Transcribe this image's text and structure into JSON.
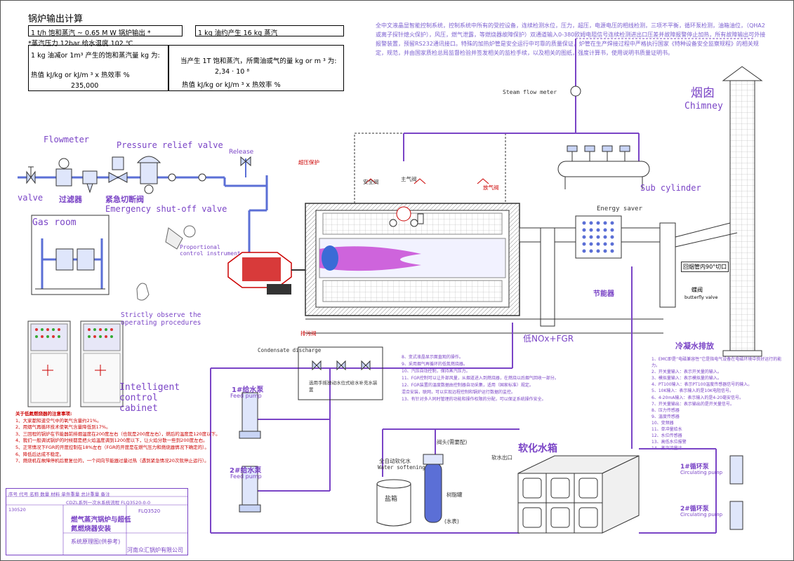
{
  "calc": {
    "title": "锅炉输出计算",
    "row1_left": "1 t/h  饱和蒸汽 ~ 0.65 M W  锅炉输出  *",
    "row1_right": "1 kg  油约产生  16 kg  蒸汽",
    "row2": "*蒸汽压力  12bar  给水温度      102 ℃",
    "left_q": "1 kg  油减or  1m³  产生的饱和蒸汽量  kg 为:",
    "left_formula": "热值 kJ/kg or kJ/m ³  x 热效率 %",
    "left_value": "235,000",
    "right_q": "当产生  1T  饱和蒸汽，所需油或气的量  kg or m ³ 为:",
    "right_value": "2,34 · 10 ⁸",
    "right_formula": "热值 kJ/kg or kJ/m ³  x 热效率 %"
  },
  "top_notes": "全中文液晶显智能控制系统，控制系统中所有的受控设备，连续检测水位，压力，超压，电源电压的相线检测，三项不平衡，循环泵检测，油箱油位，（QHA2或离子探针熄火保护），风压，燃气泄露，等燃烧器故障保护）双通道输入0-380欧姆电阻信号连续检测进出口压差并故障报警停止加热，所有故障输出可外接报警装置，预留RS232通讯接口。特殊的加热炉管是安全运行中可靠的质量保证，炉管在生产焊接过程中严格执行国家《特种设备安全监察规程》的相关规定，规范，并由国家质检总局监督检验并签发相关的监检手续，以及相关的图纸，强度计算书，使用说明书质量证明书。",
  "labels": {
    "flowmeter": "Flowmeter",
    "pressure_relief": "Pressure relief valve",
    "release": "Release",
    "valve": "valve",
    "filter_cn": "过滤器",
    "emergency_cn": "紧急切断阀",
    "emergency_en": "Emergency shut-off valve",
    "gas_room": "Gas room",
    "proportional": "Proportional control instrument",
    "observe": "Strictly observe the operating procedures",
    "intelligent": "Intelligent control cabinet",
    "steam_flow": "Steam flow meter",
    "sub_cylinder": "Sub cylinder",
    "energy_saver": "Energy saver",
    "saver_cn": "节能器",
    "chimney_cn": "烟囱",
    "chimney_en": "Chimney",
    "flue_cut": "回烟管内90°切口",
    "butterfly_cn": "蝶阀",
    "butterfly_en": "butterfly valve",
    "low_nox": "低NOx+FGR",
    "condensate_cn": "冷凝水排放",
    "condensate_en": "Condensate discharge",
    "safety_valve": "安全阀",
    "main_valve": "主气阀",
    "vent_valve": "放气阀",
    "overpressure": "超压保护",
    "sewage": "排污阀",
    "feed_pump1_cn": "1#给水泵",
    "feed_pump1_en": "Feed pump",
    "feed_pump2_cn": "2#给水泵",
    "feed_pump2_en": "Feed pump",
    "softener_tank_cn": "软化水箱",
    "softener_out": "软水出口",
    "salt_box": "盐箱",
    "resin_tank": "树脂罐",
    "water_softening_cn": "全自动软化水",
    "water_softening_en": "Water softening",
    "valve_head": "阀头(需要配)",
    "circ_pump1_cn": "1#循环泵",
    "circ_pump1_en": "Circulating pump",
    "circ_pump2_cn": "2#循环泵",
    "circ_pump2_en": "Circulating pump",
    "feedwater_note": "选用手摇操动水位式给水补充水装置",
    "watermeter": "(水表)"
  },
  "red_notes": {
    "title": "关于低氮燃烧器的注意事项:",
    "lines": [
      "1、大家都知道空气中的氧气含量约21%。",
      "2、用烟气再循环技术使氧气含量降低到17%。",
      "3、三回程的锅炉在节能器前排烟温度在200度左右（也就是200度左右），燃后的温度是120度以下。",
      "4、我们一般调试锅炉的时候都是把火焰温度调到1200度以下，让火焰分散一些到200度左右。",
      "5、正常情况下FGR的开度控制在18%左右（FGR的开度是在燃气压力和燃烧器情况下确定的）。",
      "6、降低后达成不稳定。",
      "7、燃烧机在故障停机后要复位的，一个间向节能器过量过热（遇到紧急情况20次就停止运行）。"
    ]
  },
  "mid_notes": [
    "8、变式液晶显示面直观的操作。",
    "9、采用烟气再循环的低氮燃烧器。",
    "10、汽压自动控制，保持蒸汽压力。",
    "11、FGR控制可以让外部风量，从烟道进入到燃烧器，在燃烧以后烟气回收一部分。",
    "12、FGR装置的温度数据由控制器自动采集，适用（国家标准）规定。",
    "混合安装，联网，可以实现远程控制和锅炉运行数据的监控。",
    "13、有针对多人同时管理的功能和操作权限的分配，可以保证系统操作安全。"
  ],
  "right_notes": [
    "1、EMC即是“电磁兼容性”它是指电气设备在电磁环境中良好运行的能力。",
    "2、开关量输入：表示开关量的输入。",
    "3、模拟量输入：表示模拟量的输入。",
    "4、PT100输入：表示PT100温度传感器信号的输入。",
    "5、10K输入：表示输入的是10K电阻信号。",
    "6、4-20mA输入：表示输入的是4-20毫安信号。",
    "7、开关量输出：表示输出的是开关量信号。",
    "8、压力传感器",
    "9、温度传感器",
    "10、变频器",
    "11、单冲量给水",
    "12、水位传感器",
    "13、高低水位报警",
    "14、蒸汽流量计"
  ],
  "title_block": {
    "drawing_no": "CDZL系列一次水系统流程  FLQ3520-0-0",
    "model": "FLQ3520",
    "title_main_1": "燃气蒸汽锅炉与超低",
    "title_main_2": "氮燃烧器安装",
    "subtitle": "系统原理图(供参考)",
    "company": "河南众汇锅炉有限公司",
    "date": "130520",
    "headers": "序号  代号  名称  数量  材料  单件重量  总计重量  备注"
  }
}
